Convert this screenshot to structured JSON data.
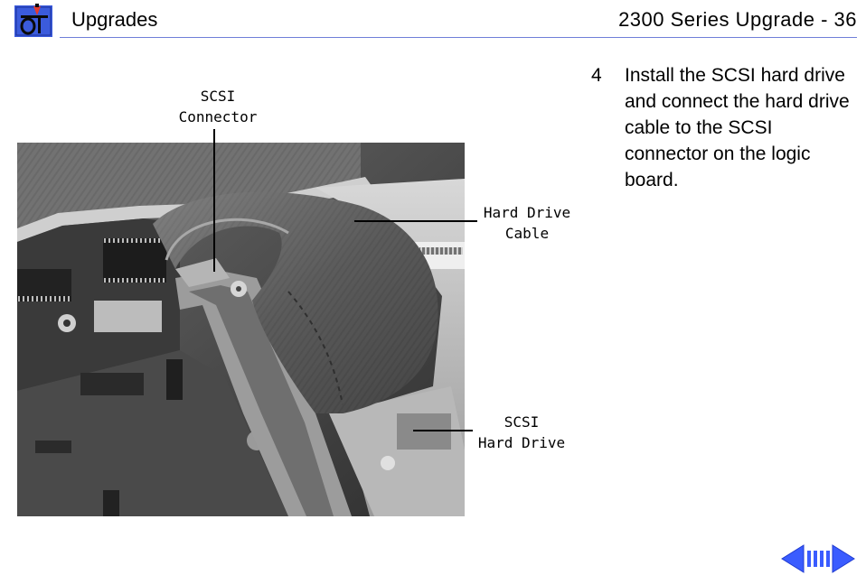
{
  "header": {
    "logo_icon": "screwdriver-toolbox-icon",
    "section_title": "Upgrades",
    "page_title": "2300 Series Upgrade - 36",
    "rule_color": "#6f7fd8"
  },
  "figure": {
    "photo": "grayscale-photo-logic-board-scsi-drive",
    "callouts": {
      "scsi_connector": [
        "SCSI",
        "Connector"
      ],
      "hard_drive_cable": [
        "Hard Drive",
        "Cable"
      ],
      "scsi_hard_drive": [
        "SCSI",
        "Hard Drive"
      ]
    }
  },
  "step": {
    "number": "4",
    "text": "Install the SCSI hard drive and connect the hard drive cable to the SCSI connector on the logic board."
  },
  "nav": {
    "back_icon": "arrow-left-icon",
    "menu_icon": "page-index-icon",
    "forward_icon": "arrow-right-icon",
    "accent": "#3a5cff"
  }
}
